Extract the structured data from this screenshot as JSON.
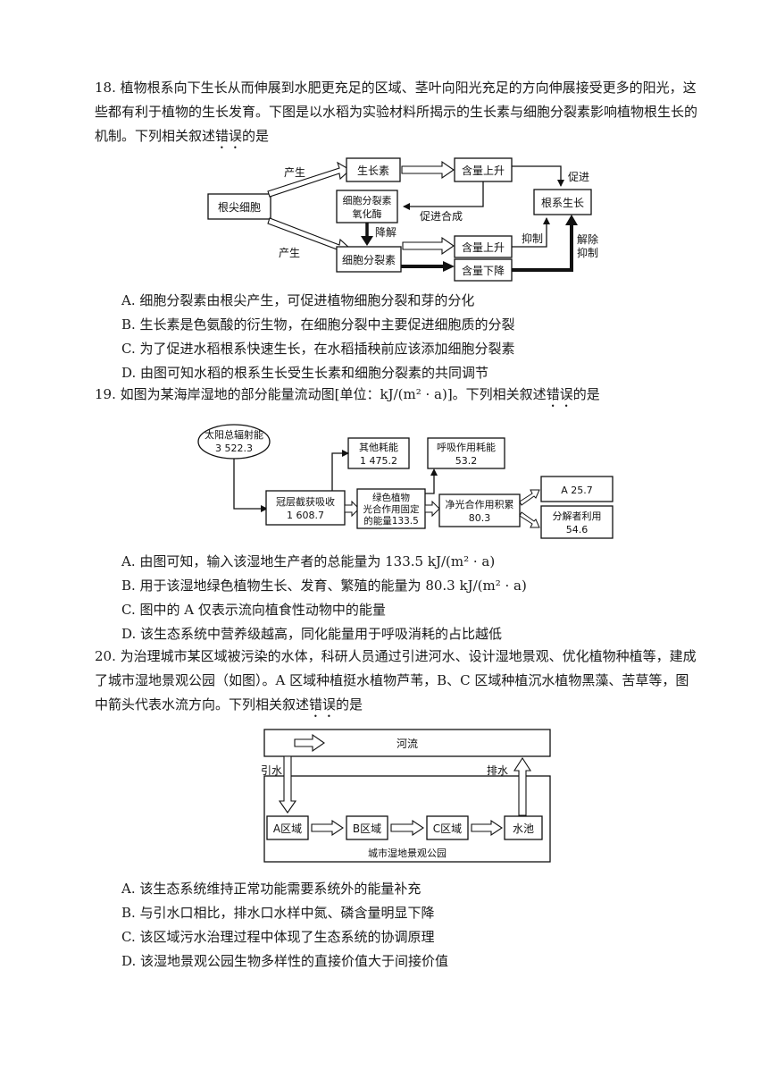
{
  "q18": {
    "stem_before": "18. 植物根系向下生长从而伸展到水肥更充足的区域、茎叶向阳光充足的方向伸展接受更多的阳光，这些都有利于植物的生长发育。下图是以水稻为实验材料所揭示的生长素与细胞分裂素影响植物根生长的机制。下列相关叙述",
    "stem_emph": "错误",
    "stem_after": "的是",
    "diagram": {
      "root_cell": "根尖细胞",
      "produce_top": "产生",
      "produce_bottom": "产生",
      "auxin": "生长素",
      "content_up_1": "含量上升",
      "promote": "促进",
      "root_growth": "根系生长",
      "oxidase_line1": "细胞分裂素",
      "oxidase_line2": "氧化酶",
      "promote_synthesis": "促进合成",
      "degrade": "降解",
      "cytokinin": "细胞分裂素",
      "content_up_2": "含量上升",
      "inhibit": "抑制",
      "content_down": "含量下降",
      "relieve_line1": "解除",
      "relieve_line2": "抑制"
    },
    "options": [
      "A. 细胞分裂素由根尖产生，可促进植物细胞分裂和芽的分化",
      "B. 生长素是色氨酸的衍生物，在细胞分裂中主要促进细胞质的分裂",
      "C. 为了促进水稻根系快速生长，在水稻插秧前应该添加细胞分裂素",
      "D. 由图可知水稻的根系生长受生长素和细胞分裂素的共同调节"
    ]
  },
  "q19": {
    "stem_before": "19. 如图为某海岸湿地的部分能量流动图[单位：kJ/(m² · a)]。下列相关叙述",
    "stem_emph": "错误",
    "stem_after": "的是",
    "diagram": {
      "solar_line1": "太阳总辐射能",
      "solar_line2": "3 522.3",
      "other_line1": "其他耗能",
      "other_line2": "1 475.2",
      "resp_line1": "呼吸作用耗能",
      "resp_line2": "53.2",
      "canopy_line1": "冠层截获吸收",
      "canopy_line2": "1 608.7",
      "green_line1": "绿色植物",
      "green_line2": "光合作用固定",
      "green_line3": "的能量133.5",
      "net_line1": "净光合作用积累",
      "net_line2": "80.3",
      "a_box": "A 25.7",
      "decomp_line1": "分解者利用",
      "decomp_line2": "54.6"
    },
    "options": [
      "A. 由图可知，输入该湿地生产者的总能量为 133.5 kJ/(m² · a)",
      "B. 用于该湿地绿色植物生长、发育、繁殖的能量为 80.3 kJ/(m² · a)",
      "C. 图中的 A 仅表示流向植食性动物中的能量",
      "D. 该生态系统中营养级越高，同化能量用于呼吸消耗的占比越低"
    ]
  },
  "q20": {
    "stem_before": "20. 为治理城市某区域被污染的水体，科研人员通过引进河水、设计湿地景观、优化植物种植等，建成了城市湿地景观公园（如图）。A 区域种植挺水植物芦苇，B、C 区域种植沉水植物黑藻、苦草等，图中箭头代表水流方向。下列相关叙述",
    "stem_emph": "错误",
    "stem_after": "的是",
    "diagram": {
      "river": "河流",
      "inlet": "引水",
      "outlet": "排水",
      "zone_a": "A区域",
      "zone_b": "B区域",
      "zone_c": "C区域",
      "pool": "水池",
      "park": "城市湿地景观公园"
    },
    "options": [
      "A. 该生态系统维持正常功能需要系统外的能量补充",
      "B. 与引水口相比，排水口水样中氮、磷含量明显下降",
      "C. 该区域污水治理过程中体现了生态系统的协调原理",
      "D. 该湿地景观公园生物多样性的直接价值大于间接价值"
    ]
  }
}
